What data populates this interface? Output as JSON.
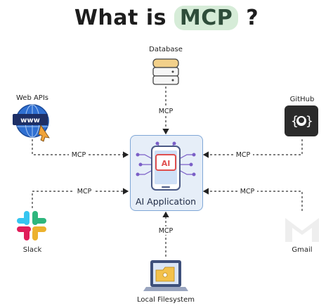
{
  "title": {
    "prefix": "What is",
    "highlight": "MCP",
    "suffix": "?"
  },
  "center": {
    "label": "AI Application",
    "badge": "AI"
  },
  "nodes": {
    "database": "Database",
    "web_apis": "Web APIs",
    "github": "GitHub",
    "slack": "Slack",
    "gmail": "Gmail",
    "filesystem": "Local Filesystem"
  },
  "edge_label": "MCP",
  "web_badge": "www",
  "colors": {
    "accent_green": "#d6ecd8",
    "box_border": "#7fa6d6",
    "box_fill": "#e6eef8"
  }
}
